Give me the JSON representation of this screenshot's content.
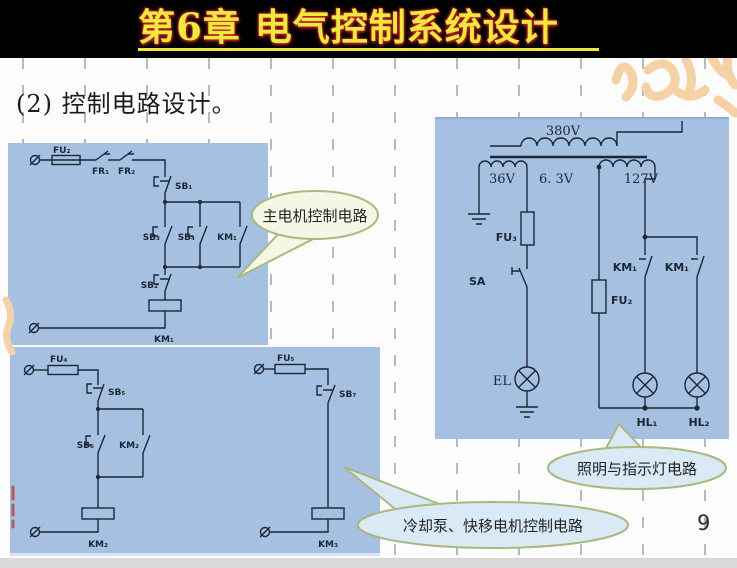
{
  "slide": {
    "title": "第6章 电气控制系统设计",
    "subtitle": "(2) 控制电路设计。",
    "page_number": "9"
  },
  "callouts": {
    "main_motor": "主电机控制电路",
    "lighting": "照明与指示灯电路",
    "pump_rapid": "冷却泵、快移电机控制电路"
  },
  "colors": {
    "title_text": "#efe93f",
    "title_glow": "#c32323",
    "title_bg": "#000000",
    "panel_blue": "#a6c0e2",
    "callout_border": "#a9b97e",
    "callout_cream_fill": "#f6f6e6",
    "callout_blue_fill": "#d9e9f6",
    "circuit_line": "#1b2636",
    "watermark_peach": "#f5d1a6",
    "grid_dash": "#b9b9b9"
  },
  "circuit_main_motor": {
    "fuse": "FU₂",
    "fr1": "FR₁",
    "fr2": "FR₂",
    "sb1": "SB₁",
    "sb3": "SB₃",
    "sb4": "SB₄",
    "km1_aux": "KM₁",
    "sb2": "SB₂",
    "km1_coil": "KM₁"
  },
  "circuit_lighting": {
    "v380": "380V",
    "v36": "36V",
    "v63": "6. 3V",
    "v127": "127V",
    "fu3": "FU₃",
    "sa": "SA",
    "fu2": "FU₂",
    "km1_left": "KM₁",
    "km1_right": "KM₁",
    "el": "EL",
    "hl1": "HL₁",
    "hl2": "HL₂"
  },
  "circuit_pump": {
    "fu4": "FU₄",
    "sb5": "SB₅",
    "sb6": "SB₆",
    "km2_aux": "KM₂",
    "km2_coil": "KM₂",
    "fu5": "FU₅",
    "sb7": "SB₇",
    "km3_coil": "KM₃"
  }
}
